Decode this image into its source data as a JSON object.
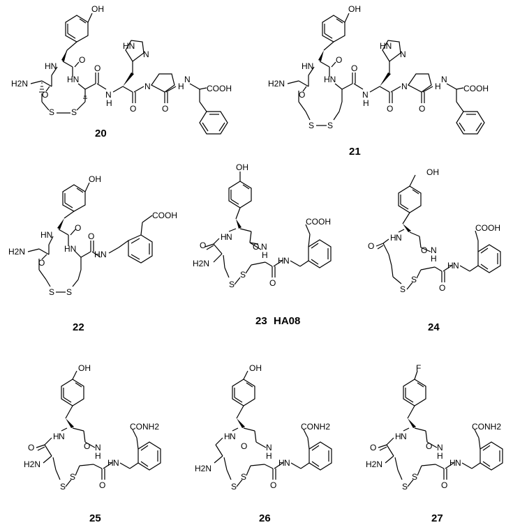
{
  "structures": [
    {
      "id": "s20",
      "number": "20",
      "note": "",
      "atoms": {
        "oh": "OH",
        "nh1": "HN",
        "o1": "O",
        "nh2": "HN",
        "h2n": "H2N",
        "o2": "O",
        "s1": "S",
        "s2": "S",
        "o3": "O",
        "nh3": "N",
        "nh4": "H",
        "o4": "O",
        "n1": "N",
        "nim": "HN",
        "nim2": "N",
        "nh5": "H",
        "nh6": "N",
        "cooh": "COOH",
        "o5": "O"
      }
    },
    {
      "id": "s21",
      "number": "21",
      "note": "",
      "atoms": {
        "oh": "OH",
        "nh1": "HN",
        "o1": "O",
        "h2n": "H2N",
        "o2": "O",
        "nh2": "HN",
        "s1": "S",
        "s2": "S",
        "o3": "O",
        "nh3": "N",
        "nh4": "H",
        "o4": "O",
        "n1": "N",
        "nim": "HN",
        "nim2": "N",
        "nh5": "H",
        "nh6": "N",
        "cooh": "COOH",
        "o5": "O"
      }
    },
    {
      "id": "s22",
      "number": "22",
      "note": "",
      "atoms": {
        "oh": "OH",
        "nh1": "HN",
        "o1": "O",
        "h2n": "H2N",
        "o2": "O",
        "nh2": "HN",
        "s1": "S",
        "s2": "S",
        "o3": "O",
        "nh3": "N",
        "nh4": "H",
        "acid": "COOH"
      }
    },
    {
      "id": "s23",
      "number": "23",
      "note": "HA08",
      "atoms": {
        "oh": "OH",
        "o1": "O",
        "nh1": "N",
        "nh1h": "H",
        "o2": "O",
        "nh2": "N",
        "nh2h": "H",
        "h2n": "H2N",
        "s1": "S",
        "s2": "S",
        "o3": "O",
        "nh3": "N",
        "nh3h": "H",
        "acid": "COOH"
      }
    },
    {
      "id": "s24",
      "number": "24",
      "note": "",
      "atoms": {
        "oh": "OH",
        "o1": "O",
        "nh1": "N",
        "nh1h": "H",
        "o2": "O",
        "nh2": "N",
        "nh2h": "H",
        "s1": "S",
        "s2": "S",
        "o3": "O",
        "nh3": "N",
        "nh3h": "H",
        "acid": "COOH"
      }
    },
    {
      "id": "s25",
      "number": "25",
      "note": "",
      "atoms": {
        "oh": "OH",
        "o1": "O",
        "nh1": "N",
        "nh1h": "H",
        "o2": "O",
        "nh2": "N",
        "nh2h": "H",
        "h2n": "H2N",
        "s1": "S",
        "s2": "S",
        "o3": "O",
        "nh3": "N",
        "nh3h": "H",
        "amide": "CONH2"
      }
    },
    {
      "id": "s26",
      "number": "26",
      "note": "",
      "atoms": {
        "oh": "OH",
        "nh1": "N",
        "nh1h": "H",
        "o2": "O",
        "nh2": "N",
        "nh2h": "H",
        "h2n": "H2N",
        "s1": "S",
        "s2": "S",
        "o3": "O",
        "nh3": "N",
        "nh3h": "H",
        "amide": "CONH2"
      }
    },
    {
      "id": "s27",
      "number": "27",
      "note": "",
      "atoms": {
        "f": "F",
        "o1": "O",
        "nh1": "N",
        "nh1h": "H",
        "o2": "O",
        "nh2": "N",
        "nh2h": "H",
        "h2n": "H2N",
        "s1": "S",
        "s2": "S",
        "o3": "O",
        "nh3": "N",
        "nh3h": "H",
        "amide": "CONH2"
      }
    }
  ]
}
